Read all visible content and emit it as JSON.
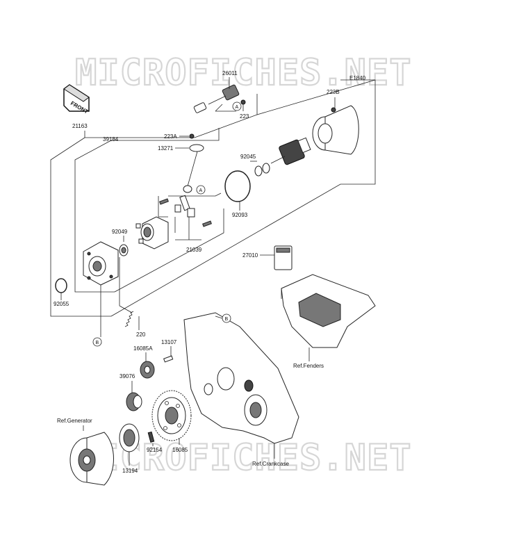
{
  "diagram_code": "E1840",
  "front_badge": "FRONT",
  "watermark": "MICROFICHES.NET",
  "callouts": {
    "A": "A",
    "B": "B"
  },
  "part_labels": {
    "p26011": "26011",
    "p223": "223",
    "p223b": "223B",
    "p21163": "21163",
    "p39184": "39184",
    "p223a": "223A",
    "p13271": "13271",
    "p92045": "92045",
    "p92093": "92093",
    "p92049": "92049",
    "p21039": "21039",
    "p92055": "92055",
    "p27010": "27010",
    "p220": "220",
    "p16085a": "16085A",
    "p13107": "13107",
    "p39076": "39076",
    "p92154": "92154",
    "p16085": "16085",
    "p13194": "13194"
  },
  "references": {
    "fenders": "Ref.Fenders",
    "generator": "Ref.Generator",
    "crankcase": "Ref.Crankcase"
  }
}
